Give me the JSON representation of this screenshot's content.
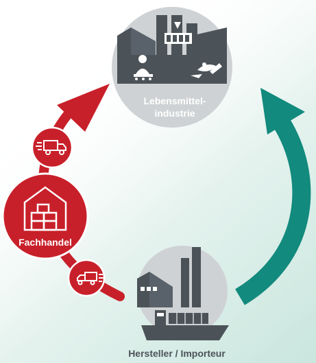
{
  "nodes": {
    "food_industry": {
      "label_line1": "Lebensmittel-",
      "label_line2": "industrie"
    },
    "specialist_trade": {
      "label": "Fachhandel"
    },
    "manufacturer": {
      "label": "Hersteller / Importeur"
    }
  },
  "icons": {
    "food_industry": "food-factory-icon",
    "manufacturer": "factory-ship-icon",
    "specialist_trade": "warehouse-icon",
    "truck_upper": "delivery-truck-icon",
    "truck_lower": "delivery-truck-icon"
  },
  "colors": {
    "red": "#c8202a",
    "dark_red": "#a11520",
    "teal": "#128a7d",
    "grey_circle": "#cfd2d4",
    "dark_grey": "#4b5358",
    "mint_background": "#dcefe9"
  }
}
